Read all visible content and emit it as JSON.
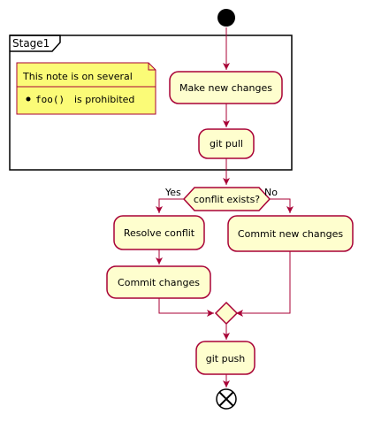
{
  "colors": {
    "node_fill": "#FEFECE",
    "node_stroke": "#A80036",
    "arrow": "#A80036",
    "note_fill": "#FBFB77",
    "partition_stroke": "#000000",
    "start_fill": "#000000"
  },
  "partition": {
    "title": "Stage1"
  },
  "note": {
    "line1": "This note is on several",
    "bullet_code": "foo()",
    "bullet_text": "is prohibited"
  },
  "nodes": {
    "make_changes": "Make new changes",
    "git_pull": "git pull",
    "resolve": "Resolve conflit",
    "commit_changes": "Commit changes",
    "commit_new": "Commit new changes",
    "git_push": "git push"
  },
  "decision": {
    "question": "conflit exists?",
    "yes_label": "Yes",
    "no_label": "No"
  },
  "icons": {
    "start": "start-node-icon",
    "end": "end-node-icon",
    "merge": "merge-diamond-icon"
  }
}
